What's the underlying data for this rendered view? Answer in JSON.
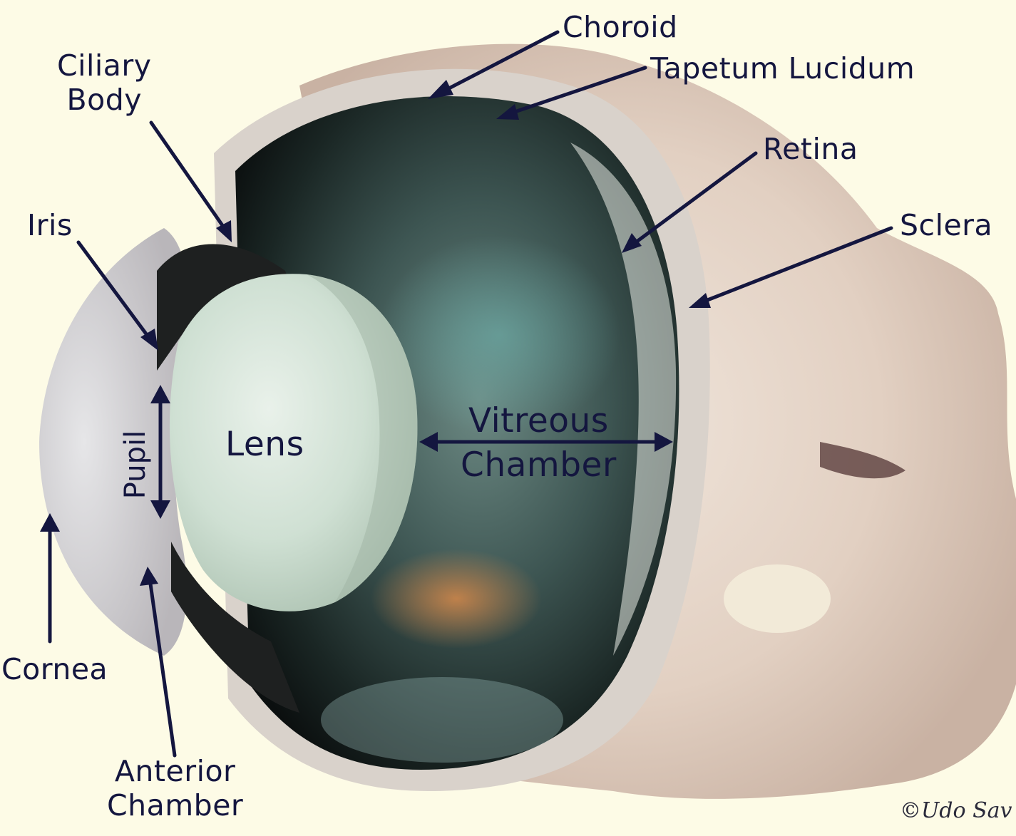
{
  "labels": {
    "choroid": "Choroid",
    "tapetum_lucidum": "Tapetum  Lucidum",
    "ciliary_body": "Ciliary\nBody",
    "retina": "Retina",
    "iris": "Iris",
    "sclera": "Sclera",
    "pupil": "Pupil",
    "lens": "Lens",
    "vitreous_chamber": "Vitreous\nChamber",
    "cornea": "Cornea",
    "anterior_chamber": "Anterior\nChamber"
  },
  "copyright": "©Udo Sav",
  "colors": {
    "background": "#fdfbe6",
    "label_text": "#14163f",
    "arrow": "#14163f"
  }
}
